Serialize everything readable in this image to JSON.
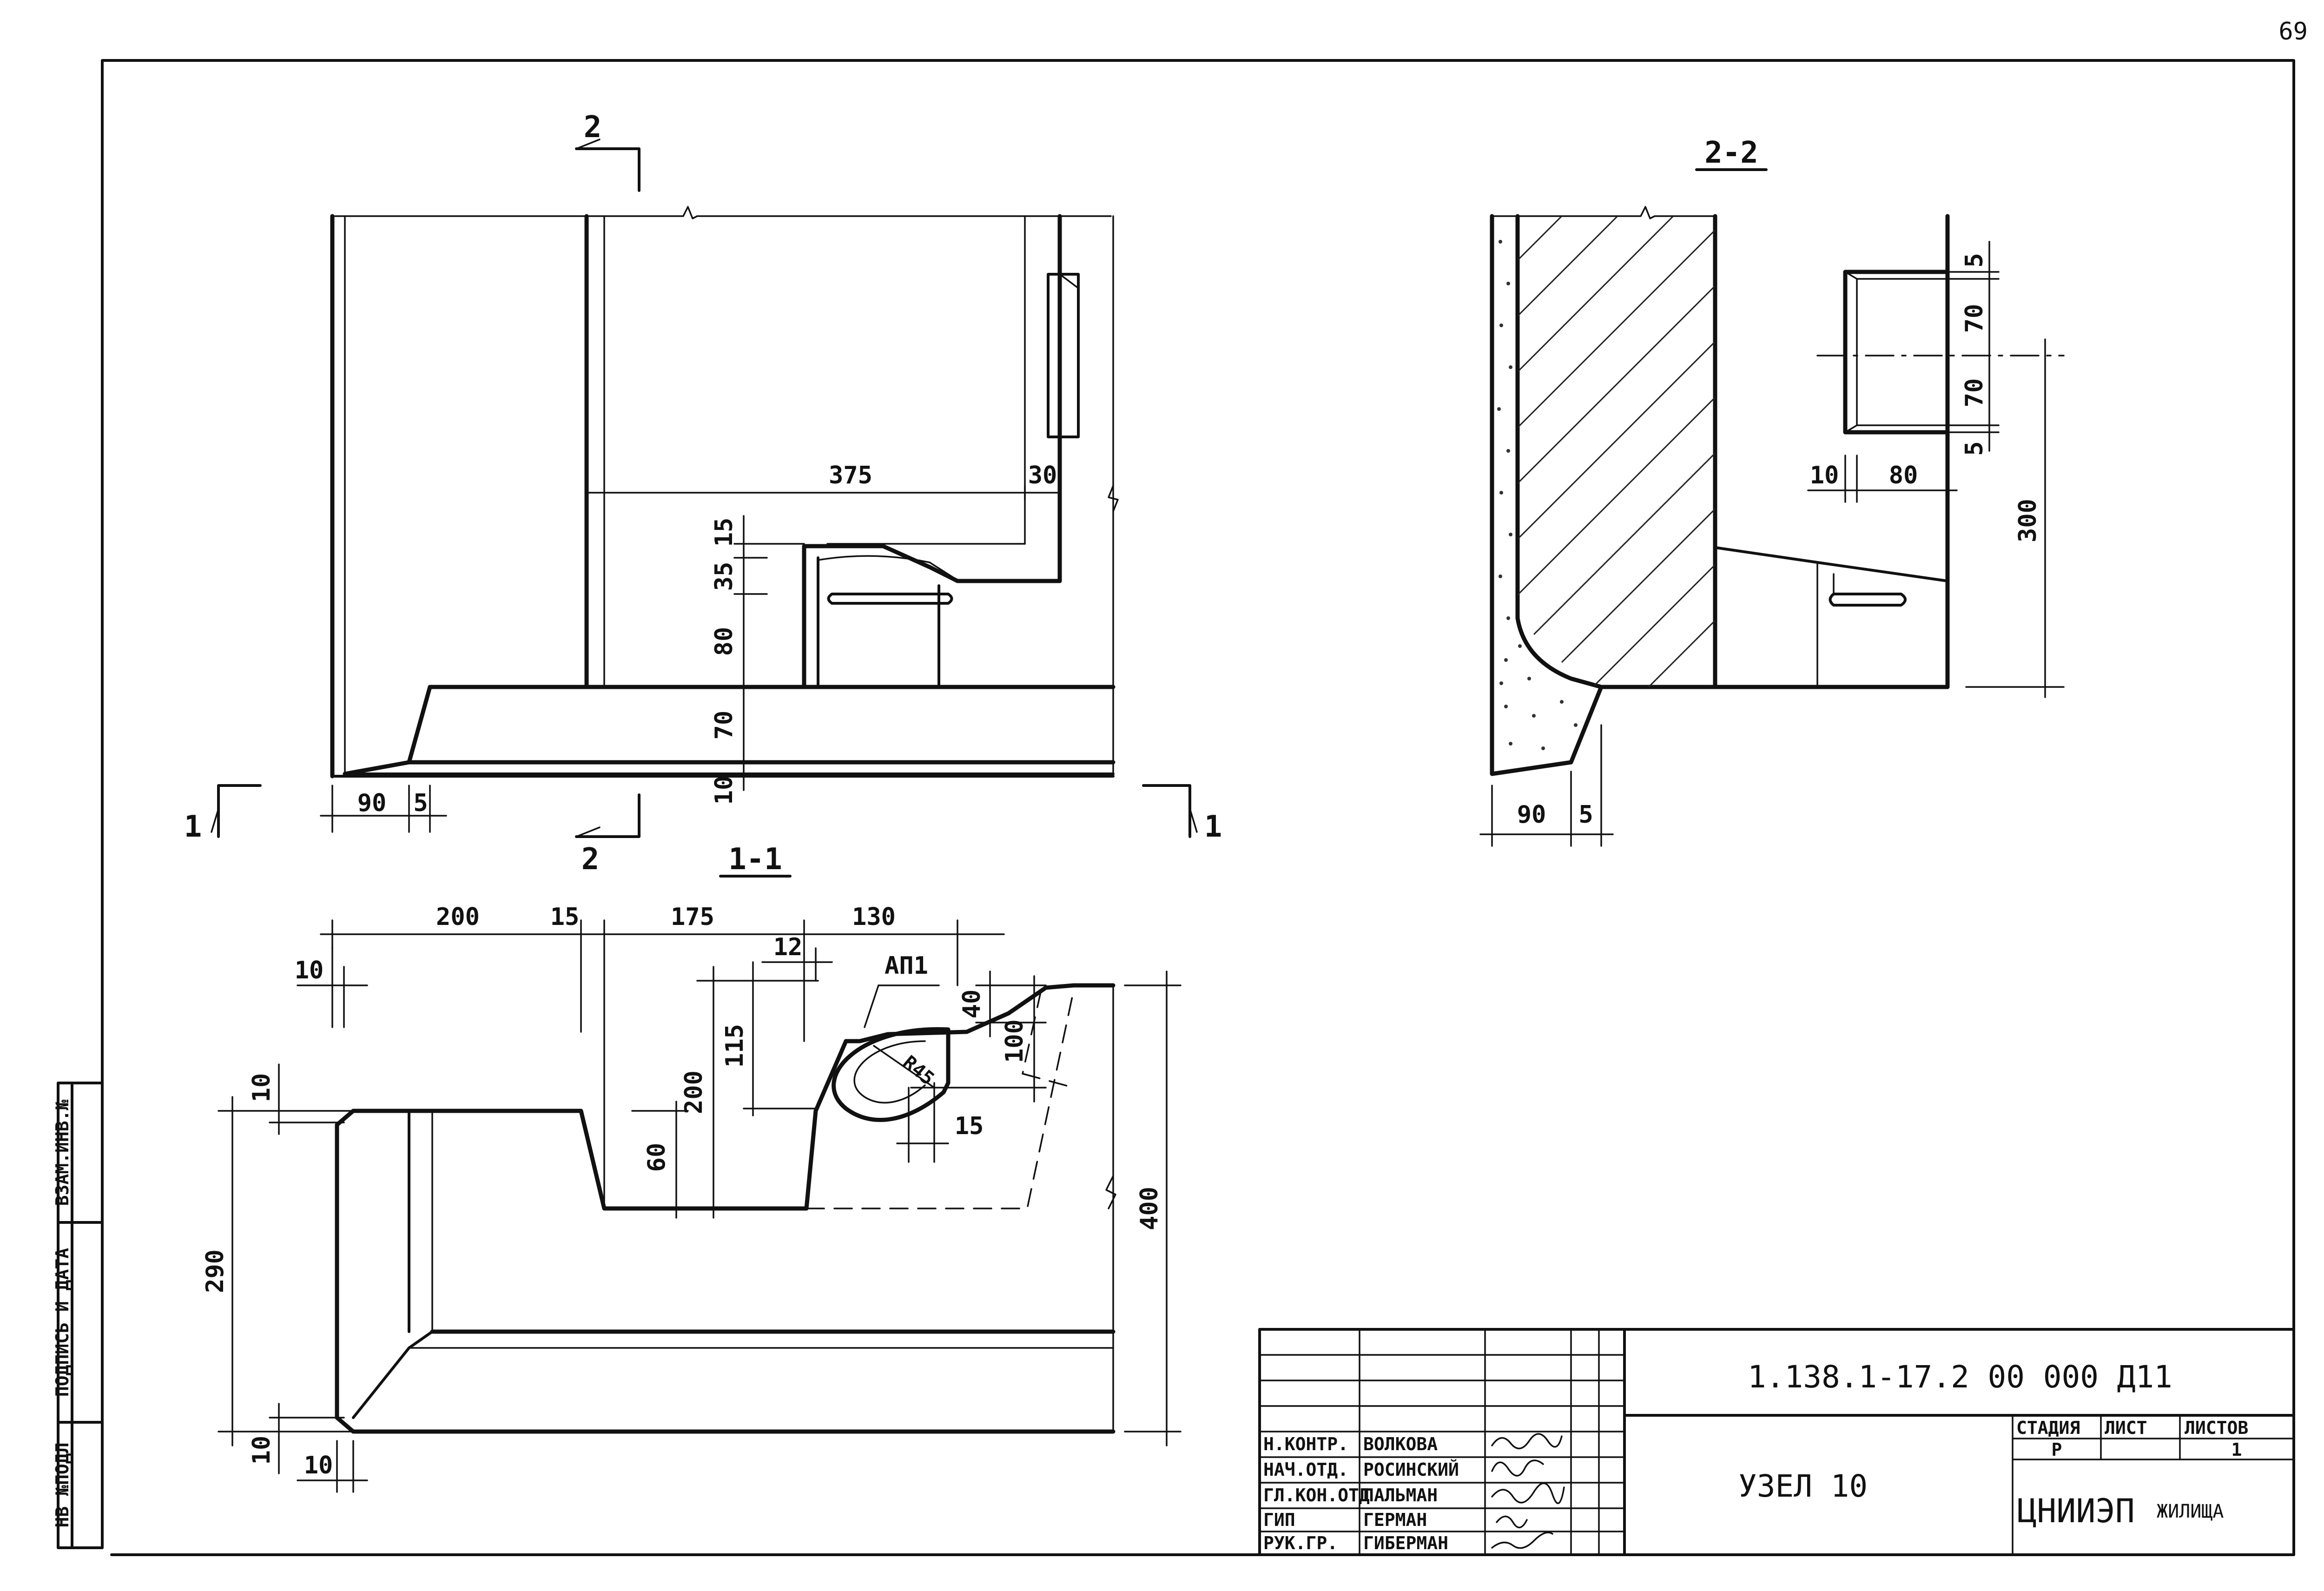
{
  "page_number": "69",
  "section_labels": {
    "section_2_2": "2-2",
    "section_1_1": "1-1",
    "cut_marker_1": "1",
    "cut_marker_2": "2"
  },
  "view_1_dims": {
    "d375": "375",
    "d30": "30",
    "d15": "15",
    "d35": "35",
    "d80": "80",
    "d70": "70",
    "d10": "10",
    "d90": "90",
    "d5": "5"
  },
  "view_2_dims": {
    "d5a": "5",
    "d70a": "70",
    "d70b": "70",
    "d5b": "5",
    "d10": "10",
    "d80": "80",
    "d300": "300",
    "d90": "90",
    "d5": "5"
  },
  "view_3_dims": {
    "d200": "200",
    "d15": "15",
    "d175": "175",
    "d130": "130",
    "d10a": "10",
    "d12": "12",
    "ap1": "АП1",
    "r45": "R45",
    "d40": "40",
    "d100": "100",
    "d200v": "200",
    "d115": "115",
    "d60": "60",
    "d15b": "15",
    "d10b": "10",
    "d290": "290",
    "d400": "400",
    "d10c": "10",
    "d10d": "10"
  },
  "side_stamp": {
    "inv_no": "НВ №ПОДЛ",
    "sign_date": "ПОДПИСЬ И ДАТА",
    "replace_inv": "ВЗАМ.ИНВ.№"
  },
  "title_block": {
    "doc_code": "1.138.1-17.2 00 000 Д11",
    "title": "УЗЕЛ 10",
    "stage_header": "СТАДИЯ",
    "sheet_header": "ЛИСТ",
    "sheets_header": "ЛИСТОВ",
    "stage_value": "Р",
    "sheet_value": "",
    "sheets_value": "1",
    "org": "ЦНИИЭП",
    "org_suffix": "ЖИЛИЩА",
    "signers": [
      {
        "role": "Н.КОНТР.",
        "name": "ВОЛКОВА"
      },
      {
        "role": "НАЧ.ОТД.",
        "name": "РОСИНСКИЙ"
      },
      {
        "role": "ГЛ.КОН.ОТД",
        "name": "ПАЛЬМАН"
      },
      {
        "role": "ГИП",
        "name": "ГЕРМАН"
      },
      {
        "role": "РУК.ГР.",
        "name": "ГИБЕРМАН"
      }
    ]
  }
}
